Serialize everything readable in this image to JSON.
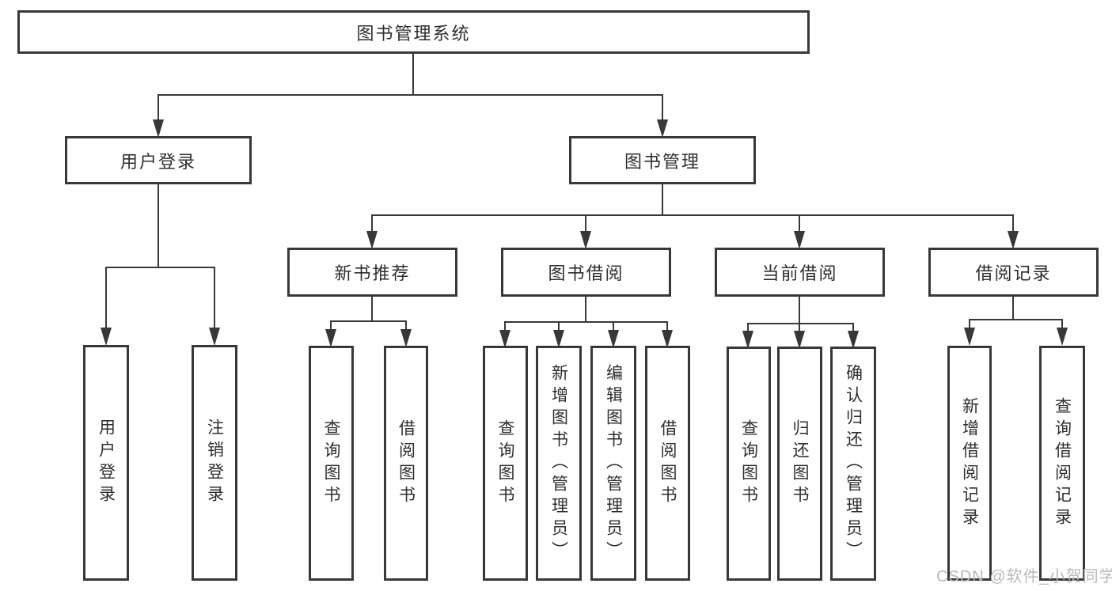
{
  "tree": {
    "label": "图书管理系统",
    "children": [
      {
        "label": "用户登录",
        "children": [
          {
            "label": "用户登录"
          },
          {
            "label": "注销登录"
          }
        ]
      },
      {
        "label": "图书管理",
        "children": [
          {
            "label": "新书推荐",
            "children": [
              {
                "label": "查询图书"
              },
              {
                "label": "借阅图书"
              }
            ]
          },
          {
            "label": "图书借阅",
            "children": [
              {
                "label": "查询图书"
              },
              {
                "label": "新增图书（管理员）"
              },
              {
                "label": "编辑图书（管理员）"
              },
              {
                "label": "借阅图书"
              }
            ]
          },
          {
            "label": "当前借阅",
            "children": [
              {
                "label": "查询图书"
              },
              {
                "label": "归还图书"
              },
              {
                "label": "确认归还（管理员）"
              }
            ]
          },
          {
            "label": "借阅记录",
            "children": [
              {
                "label": "新增借阅记录"
              },
              {
                "label": "查询借阅记录"
              }
            ]
          }
        ]
      }
    ]
  },
  "watermark": "CSDN @软件_小贺同学",
  "colors": {
    "line": "#383838",
    "text": "#2e2e2e",
    "watermark": "#b9b9b9",
    "bg": "#ffffff"
  }
}
